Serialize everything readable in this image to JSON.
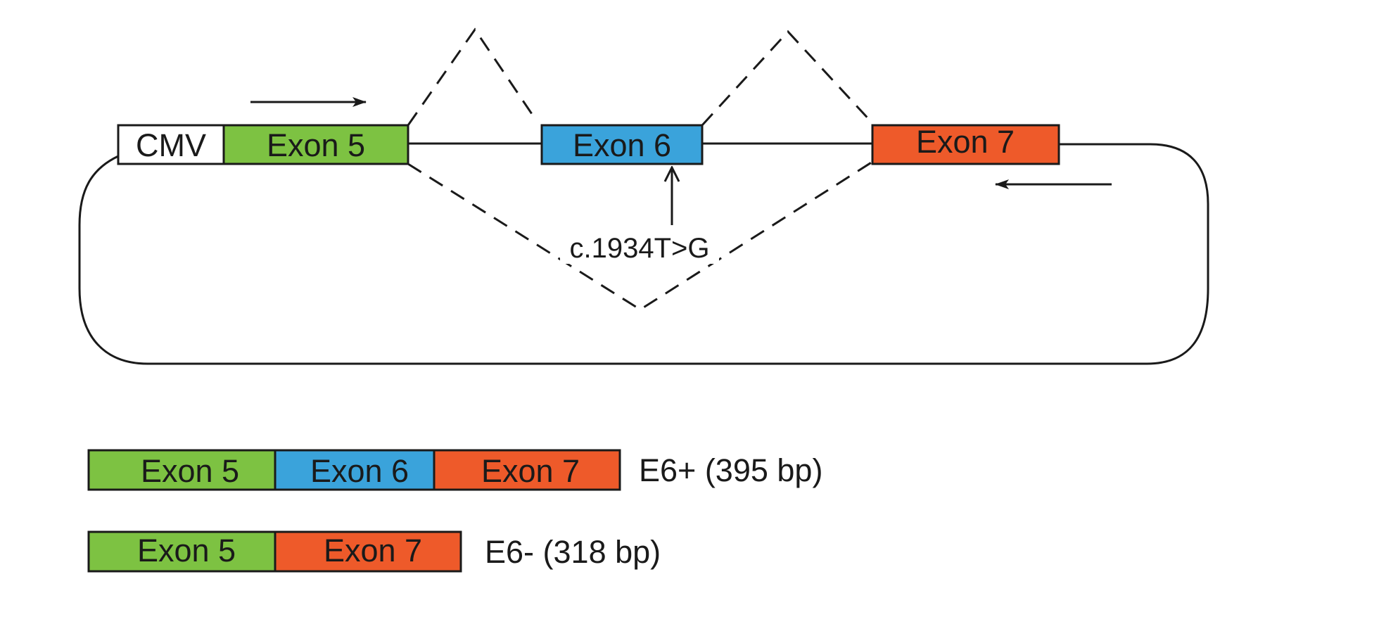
{
  "construct": {
    "promoter_label": "CMV",
    "exons": [
      {
        "id": "exon5",
        "label": "Exon 5",
        "color": "#7DC242"
      },
      {
        "id": "exon6",
        "label": "Exon 6",
        "color": "#3AA3DB"
      },
      {
        "id": "exon7",
        "label": "Exon 7",
        "color": "#EE5A2A"
      }
    ],
    "mutation_label": "c.1934T>G"
  },
  "products": [
    {
      "id": "e6-plus",
      "label": "E6+ (395 bp)",
      "segments": [
        {
          "label": "Exon 5",
          "color": "#7DC242"
        },
        {
          "label": "Exon 6",
          "color": "#3AA3DB"
        },
        {
          "label": "Exon 7",
          "color": "#EE5A2A"
        }
      ]
    },
    {
      "id": "e6-minus",
      "label": "E6- (318 bp)",
      "segments": [
        {
          "label": "Exon 5",
          "color": "#7DC242"
        },
        {
          "label": "Exon 7",
          "color": "#EE5A2A"
        }
      ]
    }
  ],
  "colors": {
    "line": "#1a1a1a",
    "promoter_fill": "#ffffff"
  }
}
